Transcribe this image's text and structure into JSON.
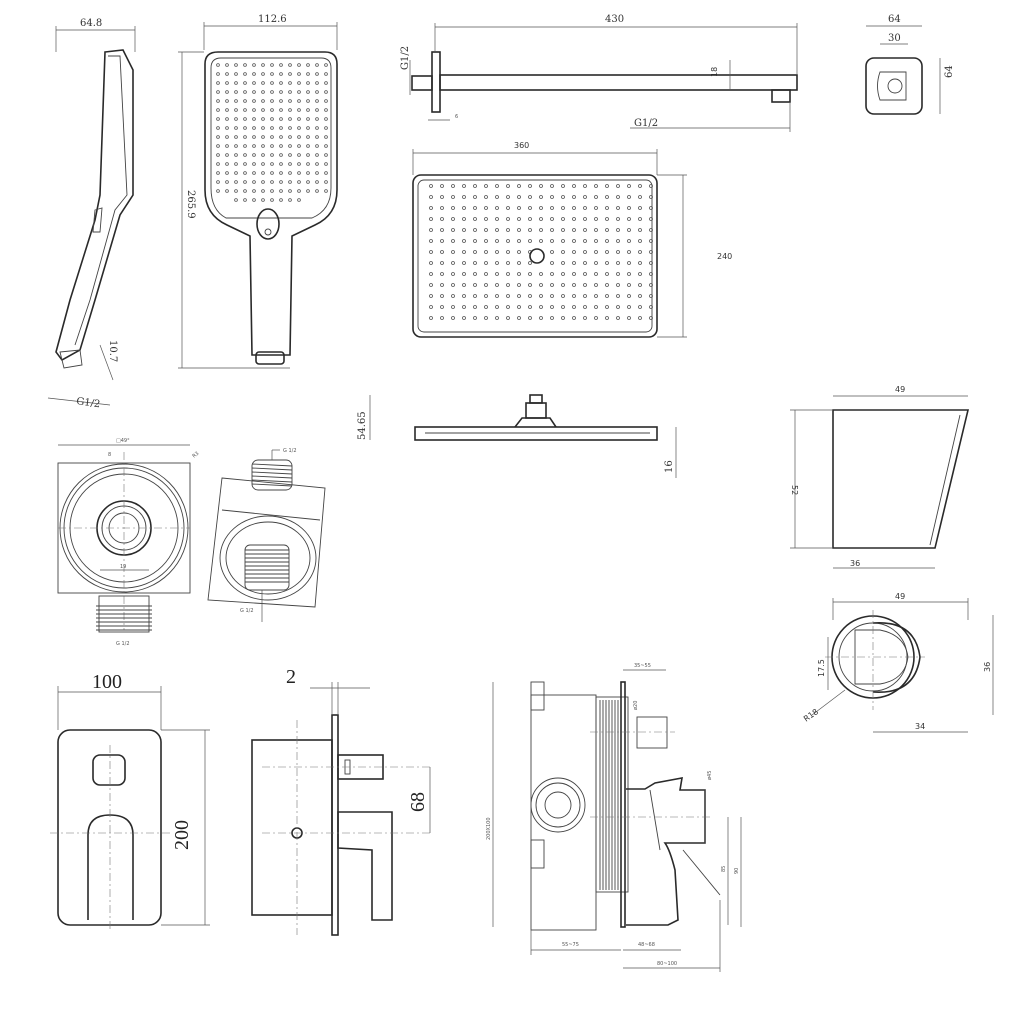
{
  "hand_shower": {
    "width": "64.8",
    "head_width": "112.6",
    "length": "265.9",
    "thread_len": "10.7",
    "thread": "G1/2"
  },
  "shower_arm": {
    "length": "430",
    "diameter": "18",
    "wall_thread": "G1/2",
    "end_thread": "G1/2",
    "flange": "6"
  },
  "wall_bracket": {
    "width": "64",
    "inner": "30",
    "height": "64"
  },
  "rain_head": {
    "width": "360",
    "depth": "240",
    "height": "54.65",
    "thickness": "16"
  },
  "wall_outlet": {
    "size": "□49°",
    "chamfer": "R3",
    "offset": "8",
    "bore": "19",
    "thread_top": "G 1/2",
    "thread_side": "G 1/2",
    "thread_bottom": "G 1/2"
  },
  "holder_side": {
    "top": "49",
    "height": "52",
    "bottom": "36"
  },
  "holder_top": {
    "width": "49",
    "depth": "36",
    "offset": "17.5",
    "radius": "R18",
    "bottom": "34"
  },
  "mixer_plate": {
    "width": "100",
    "height": "200",
    "plate": "2",
    "outlet_offset": "68"
  },
  "valve_body": {
    "box": "200X100",
    "outlet_depth": "35~55",
    "outlet_dia": "ø20",
    "handle_dia": "ø45",
    "handle_h1": "85",
    "handle_h2": "90",
    "wall_depth": "55~75",
    "handle_depth": "48~68",
    "total_depth": "80~100"
  }
}
